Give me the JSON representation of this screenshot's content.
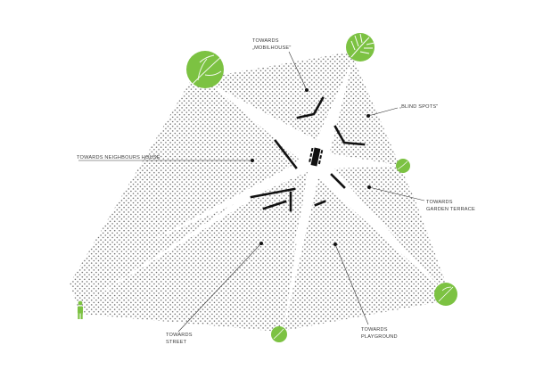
{
  "labels": {
    "mobilhouse": [
      "TOWARDS",
      "„MOBILHOUSE\""
    ],
    "blind_spots": "„BLIND SPOTS\"",
    "neighbours": "TOWARDS NEIGHBOURS HOUSE",
    "garden": [
      "TOWARDS",
      "GARDEN TERRACE"
    ],
    "street": [
      "TOWARDS",
      "STREET"
    ],
    "playground": [
      "TOWARDS",
      "PLAYGROUND"
    ]
  },
  "icons": {
    "trees": "tree-icon",
    "person": "person-icon",
    "table": "table-icon"
  },
  "colors": {
    "tree": "#7cc242",
    "dots": "#5a5a5a",
    "walls": "#111111",
    "leader": "#333333",
    "label": "#3a3a3a"
  }
}
